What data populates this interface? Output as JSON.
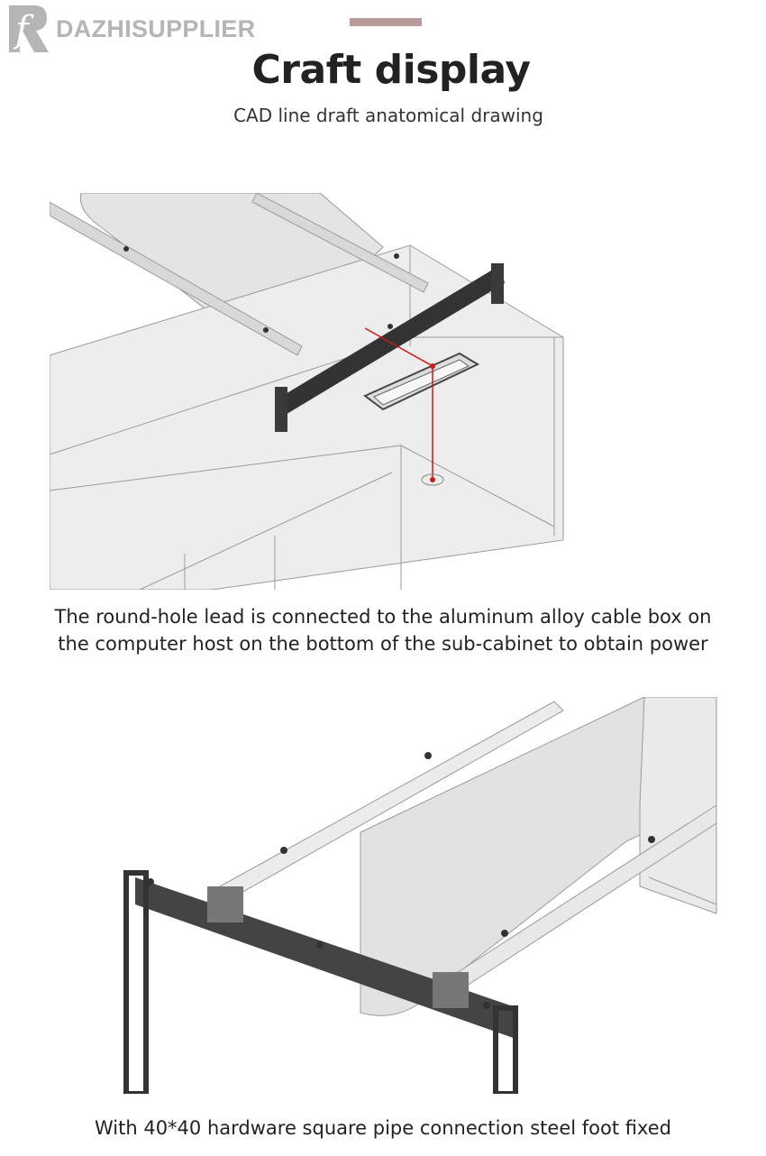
{
  "brand": {
    "logo_letter": "f",
    "name": "DAZHISUPPLIER"
  },
  "header": {
    "title": "Craft display",
    "subtitle": "CAD line draft anatomical drawing"
  },
  "sections": [
    {
      "caption_lines": [
        "The round-hole lead is connected to the aluminum alloy cable box on",
        "the computer host on the bottom of the sub-cabinet to obtain power"
      ]
    },
    {
      "caption_lines": [
        "With 40*40 hardware square pipe connection steel foot fixed"
      ]
    }
  ],
  "colors": {
    "accent_bar": "#b89a9a",
    "logo": "#b5b5b5",
    "lead_line": "#d01818",
    "steel": "#3a3a3a"
  }
}
